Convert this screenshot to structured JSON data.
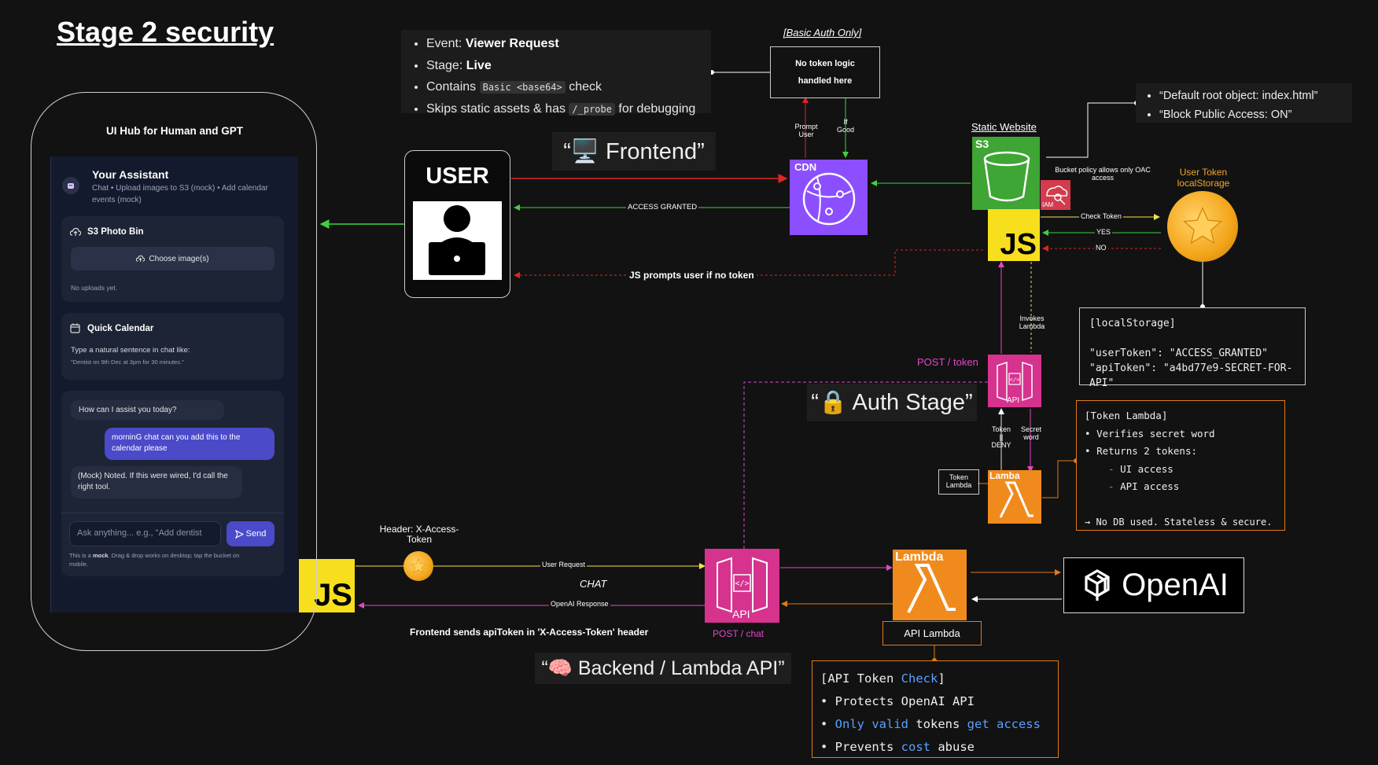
{
  "title": "Stage 2 security",
  "edge": {
    "bullets": [
      {
        "pre": "Event: ",
        "bold": "Viewer Request",
        "code": "",
        "post": ""
      },
      {
        "pre": "Stage: ",
        "bold": "Live",
        "code": "",
        "post": ""
      },
      {
        "pre": "Contains ",
        "bold": "",
        "code": "Basic <base64>",
        "post": " check"
      },
      {
        "pre": "Skips static assets & has ",
        "bold": "",
        "code": "/_probe",
        "post": " for debugging"
      }
    ],
    "basic_auth_caption": "[Basic Auth Only]",
    "no_token_logic": "No token logic",
    "handled_here": "handled here",
    "prompt_user": "Prompt\nUser",
    "if_good": "If\nGood"
  },
  "labels": {
    "frontend": "“🖥️ Frontend”",
    "auth_stage": "“🔒 Auth Stage”",
    "backend": "“🧠 Backend / Lambda API”",
    "user": "USER",
    "cdn": "CDN",
    "s3": "S3",
    "iam": "IAM",
    "static_website": "Static Website",
    "bucket_policy": "Bucket policy allows only OAC access",
    "user_token_storage": "User Token\nlocalStorage",
    "check_token": "Check Token",
    "yes": "YES",
    "no": "NO",
    "access_granted": "ACCESS GRANTED",
    "js_prompts": "JS prompts user if no token",
    "invokes_lambda": "Invokes\nLambda",
    "post_token": "POST / token",
    "api": "API",
    "token_deny": "Token\n||\nDENY",
    "secret_word": "Secret\nword",
    "token_lambda": "Token\nLambda",
    "lamba": "Lamba",
    "header_token": "Header: X-Access-\nToken",
    "user_request": "User Request",
    "chat": "CHAT",
    "openai_response": "OpenAI Response",
    "frontend_sends": "Frontend sends apiToken in 'X-Access-Token' header",
    "post_chat": "POST / chat",
    "lambda": "Lambda",
    "api_lambda": "API Lambda",
    "js": "JS",
    "openai": "OpenAI"
  },
  "s3_notes": [
    "“Default root object: index.html”",
    "“Block Public Access: ON”"
  ],
  "local_storage": {
    "header": "[localStorage]",
    "lines": [
      "\"userToken\": \"ACCESS_GRANTED\"",
      "\"apiToken\": \"a4bd77e9-SECRET-FOR-API\""
    ]
  },
  "token_lambda_box": {
    "header": "[Token Lambda]",
    "items": [
      "Verifies secret word",
      "Returns 2 tokens:"
    ],
    "subitems": [
      "UI access",
      "API access"
    ],
    "footer": "→ No DB used. Stateless & secure."
  },
  "api_token_box": {
    "header_a": "[API Token ",
    "header_b": "Check",
    "header_c": "]",
    "line1": "Protects OpenAI API",
    "line2_a": "Only valid",
    "line2_b": " tokens ",
    "line2_c": "get access",
    "line3_a": "Prevents ",
    "line3_b": "cost",
    "line3_c": " abuse"
  },
  "phone": {
    "hub_title": "UI Hub for Human and GPT",
    "assistant_title": "Your Assistant",
    "assistant_sub": "Chat • Upload images to S3 (mock) • Add calendar events (mock)",
    "photo_bin": "S3 Photo Bin",
    "choose_images": "Choose image(s)",
    "no_uploads": "No uploads yet.",
    "quick_calendar": "Quick Calendar",
    "calendar_hint": "Type a natural sentence in chat like:",
    "calendar_example": "\"Dentist on 9th Dec at 3pm for 30 minutes.\"",
    "msg1": "How can I assist you today?",
    "msg2": "morninG chat can you add this to the calendar please",
    "msg3": "(Mock) Noted. If this were wired, I'd call the right tool.",
    "input_placeholder": "Ask anything... e.g., \"Add dentist",
    "send": "Send",
    "footer_a": "This is a ",
    "footer_b": "mock",
    "footer_c": ". Drag & drop works on desktop; tap the bucket on mobile."
  },
  "colors": {
    "red": "#e02424",
    "green": "#3fd13f",
    "yellow": "#f2e24a",
    "magenta": "#e048c8",
    "orange": "#e07b1a",
    "cdn_purple": "#8c4fff",
    "s3_green": "#3fa535",
    "lambda_orange": "#f08a1c",
    "api_pink": "#d6338f",
    "js_yellow": "#f7df1e"
  }
}
